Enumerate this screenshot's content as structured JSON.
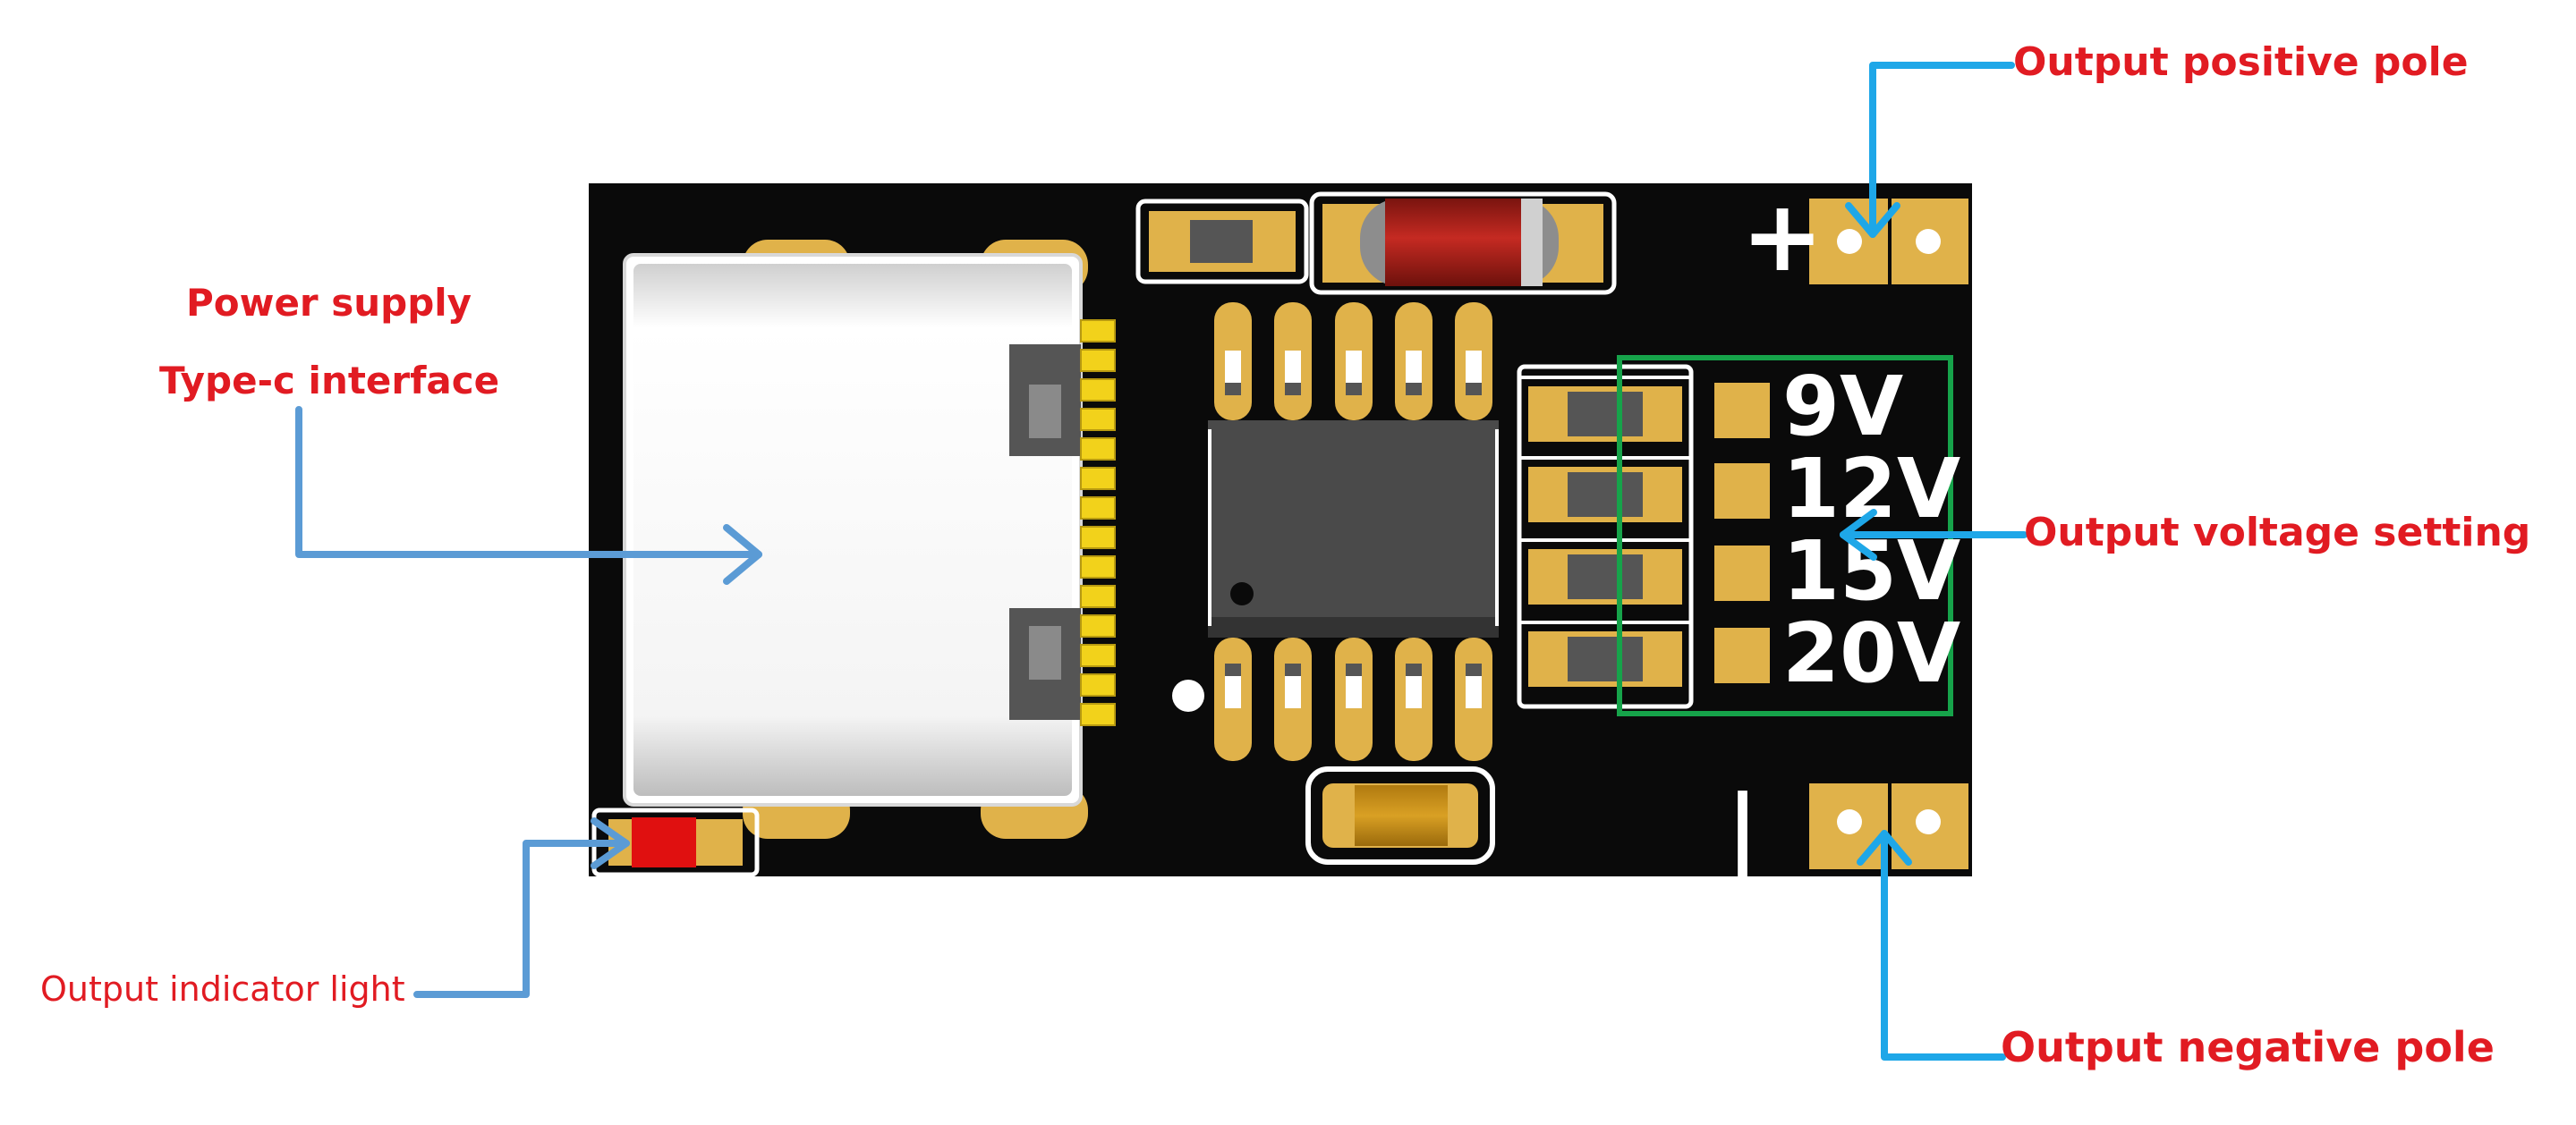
{
  "labels": {
    "power_supply_line1": "Power supply",
    "power_supply_line2": "Type-c interface",
    "output_indicator_light": "Output indicator light",
    "output_positive_pole": "Output positive pole",
    "output_voltage_setting": "Output voltage setting",
    "output_negative_pole": "Output negative pole"
  },
  "board_silkscreen": {
    "plus_sign": "+",
    "minus_sign": "|",
    "voltages": [
      "9V",
      "12V",
      "15V",
      "20V"
    ]
  },
  "colors": {
    "label_text": "#e11b22",
    "leader_blue": "#5b9bd5",
    "leader_cyan": "#1ea7e8",
    "board": "#0a0a0a",
    "pad_gold": "#e0b24a",
    "selector_box": "#16a34a",
    "led_red": "#e01010",
    "diode_red": "#a8201a"
  }
}
